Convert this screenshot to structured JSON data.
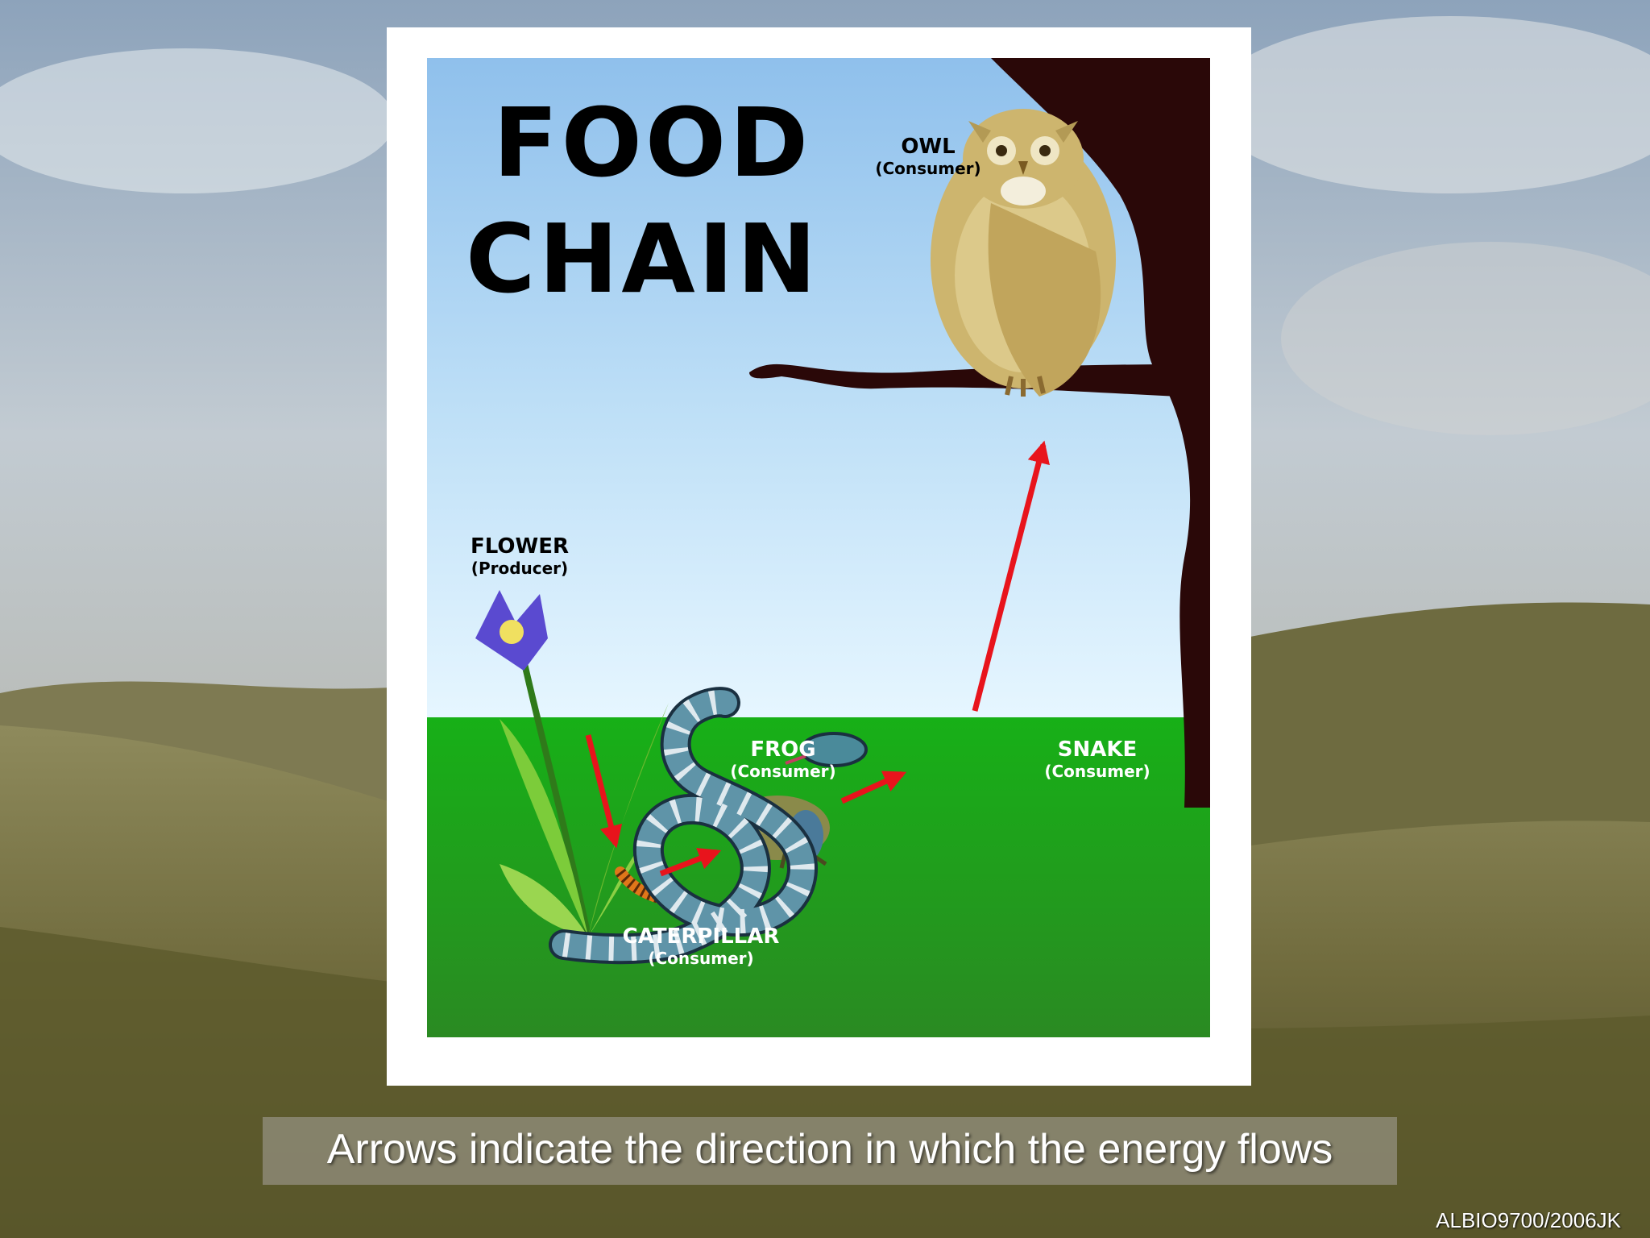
{
  "diagram": {
    "title_line1": "FOOD",
    "title_line2": "CHAIN",
    "organisms": [
      {
        "name": "OWL",
        "role": "(Consumer)"
      },
      {
        "name": "FLOWER",
        "role": "(Producer)"
      },
      {
        "name": "FROG",
        "role": "(Consumer)"
      },
      {
        "name": "SNAKE",
        "role": "(Consumer)"
      },
      {
        "name": "CATERPILLAR",
        "role": "(Consumer)"
      }
    ],
    "colors": {
      "sky_top": "#8fc0ec",
      "sky_bottom": "#e6f6ff",
      "grass": "#1fa81f",
      "arrow": "#e8141c",
      "branch": "#2a0808"
    }
  },
  "caption": "Arrows indicate the direction in which the energy flows",
  "footer_code": "ALBIO9700/2006JK"
}
